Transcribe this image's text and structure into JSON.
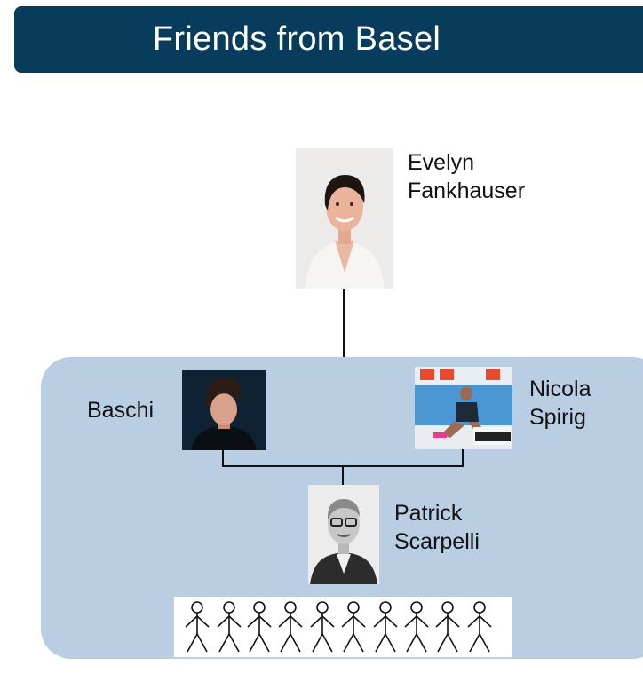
{
  "title": "Friends from Basel",
  "people": {
    "top": {
      "first": "Evelyn",
      "last": "Fankhauser"
    },
    "left": {
      "first": "Baschi"
    },
    "right": {
      "first": "Nicola",
      "last": "Spirig"
    },
    "center": {
      "first": "Patrick",
      "last": "Scarpelli"
    }
  },
  "crowd": {
    "figure_count": 10,
    "icon": "stick-figure-icon"
  },
  "colors": {
    "banner": "#073c5d",
    "group_box": "#b9cde3",
    "connector": "#111111"
  }
}
